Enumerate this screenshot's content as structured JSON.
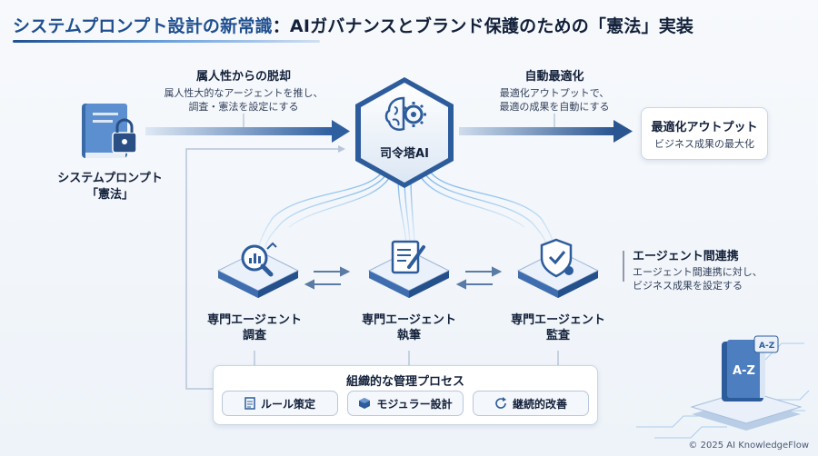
{
  "title": {
    "highlight": "システムプロンプト設計の新常識",
    "rest": "：AIガバナンスとブランド保護のための「憲法」実装"
  },
  "left_node": {
    "line1": "システムプロンプト",
    "line2": "「憲法」"
  },
  "step1": {
    "title": "属人性からの脱却",
    "line1": "属人性大的なアージェントを推し、",
    "line2": "調査・憲法を設定にする"
  },
  "center": {
    "label": "司令塔AI"
  },
  "step2": {
    "title": "自動最適化",
    "line1": "最適化アウトプットで、",
    "line2": "最適の成果を自動にする"
  },
  "output_box": {
    "title": "最適化アウトプット",
    "subtitle": "ビジネス成果の最大化"
  },
  "agent_coop": {
    "title": "エージェント間連携",
    "line1": "エージェント間連携に対し、",
    "line2": "ビジネス成果を設定する"
  },
  "agents": [
    {
      "line1": "専門エージェント",
      "line2": "調査"
    },
    {
      "line1": "専門エージェント",
      "line2": "執筆"
    },
    {
      "line1": "専門エージェント",
      "line2": "監査"
    }
  ],
  "process": {
    "title": "組織的な管理プロセス",
    "items": [
      "ルール策定",
      "モジュラー設計",
      "継続的改善"
    ]
  },
  "footer": "© 2025 AI KnowledgeFlow",
  "book_badge": "A-Z"
}
